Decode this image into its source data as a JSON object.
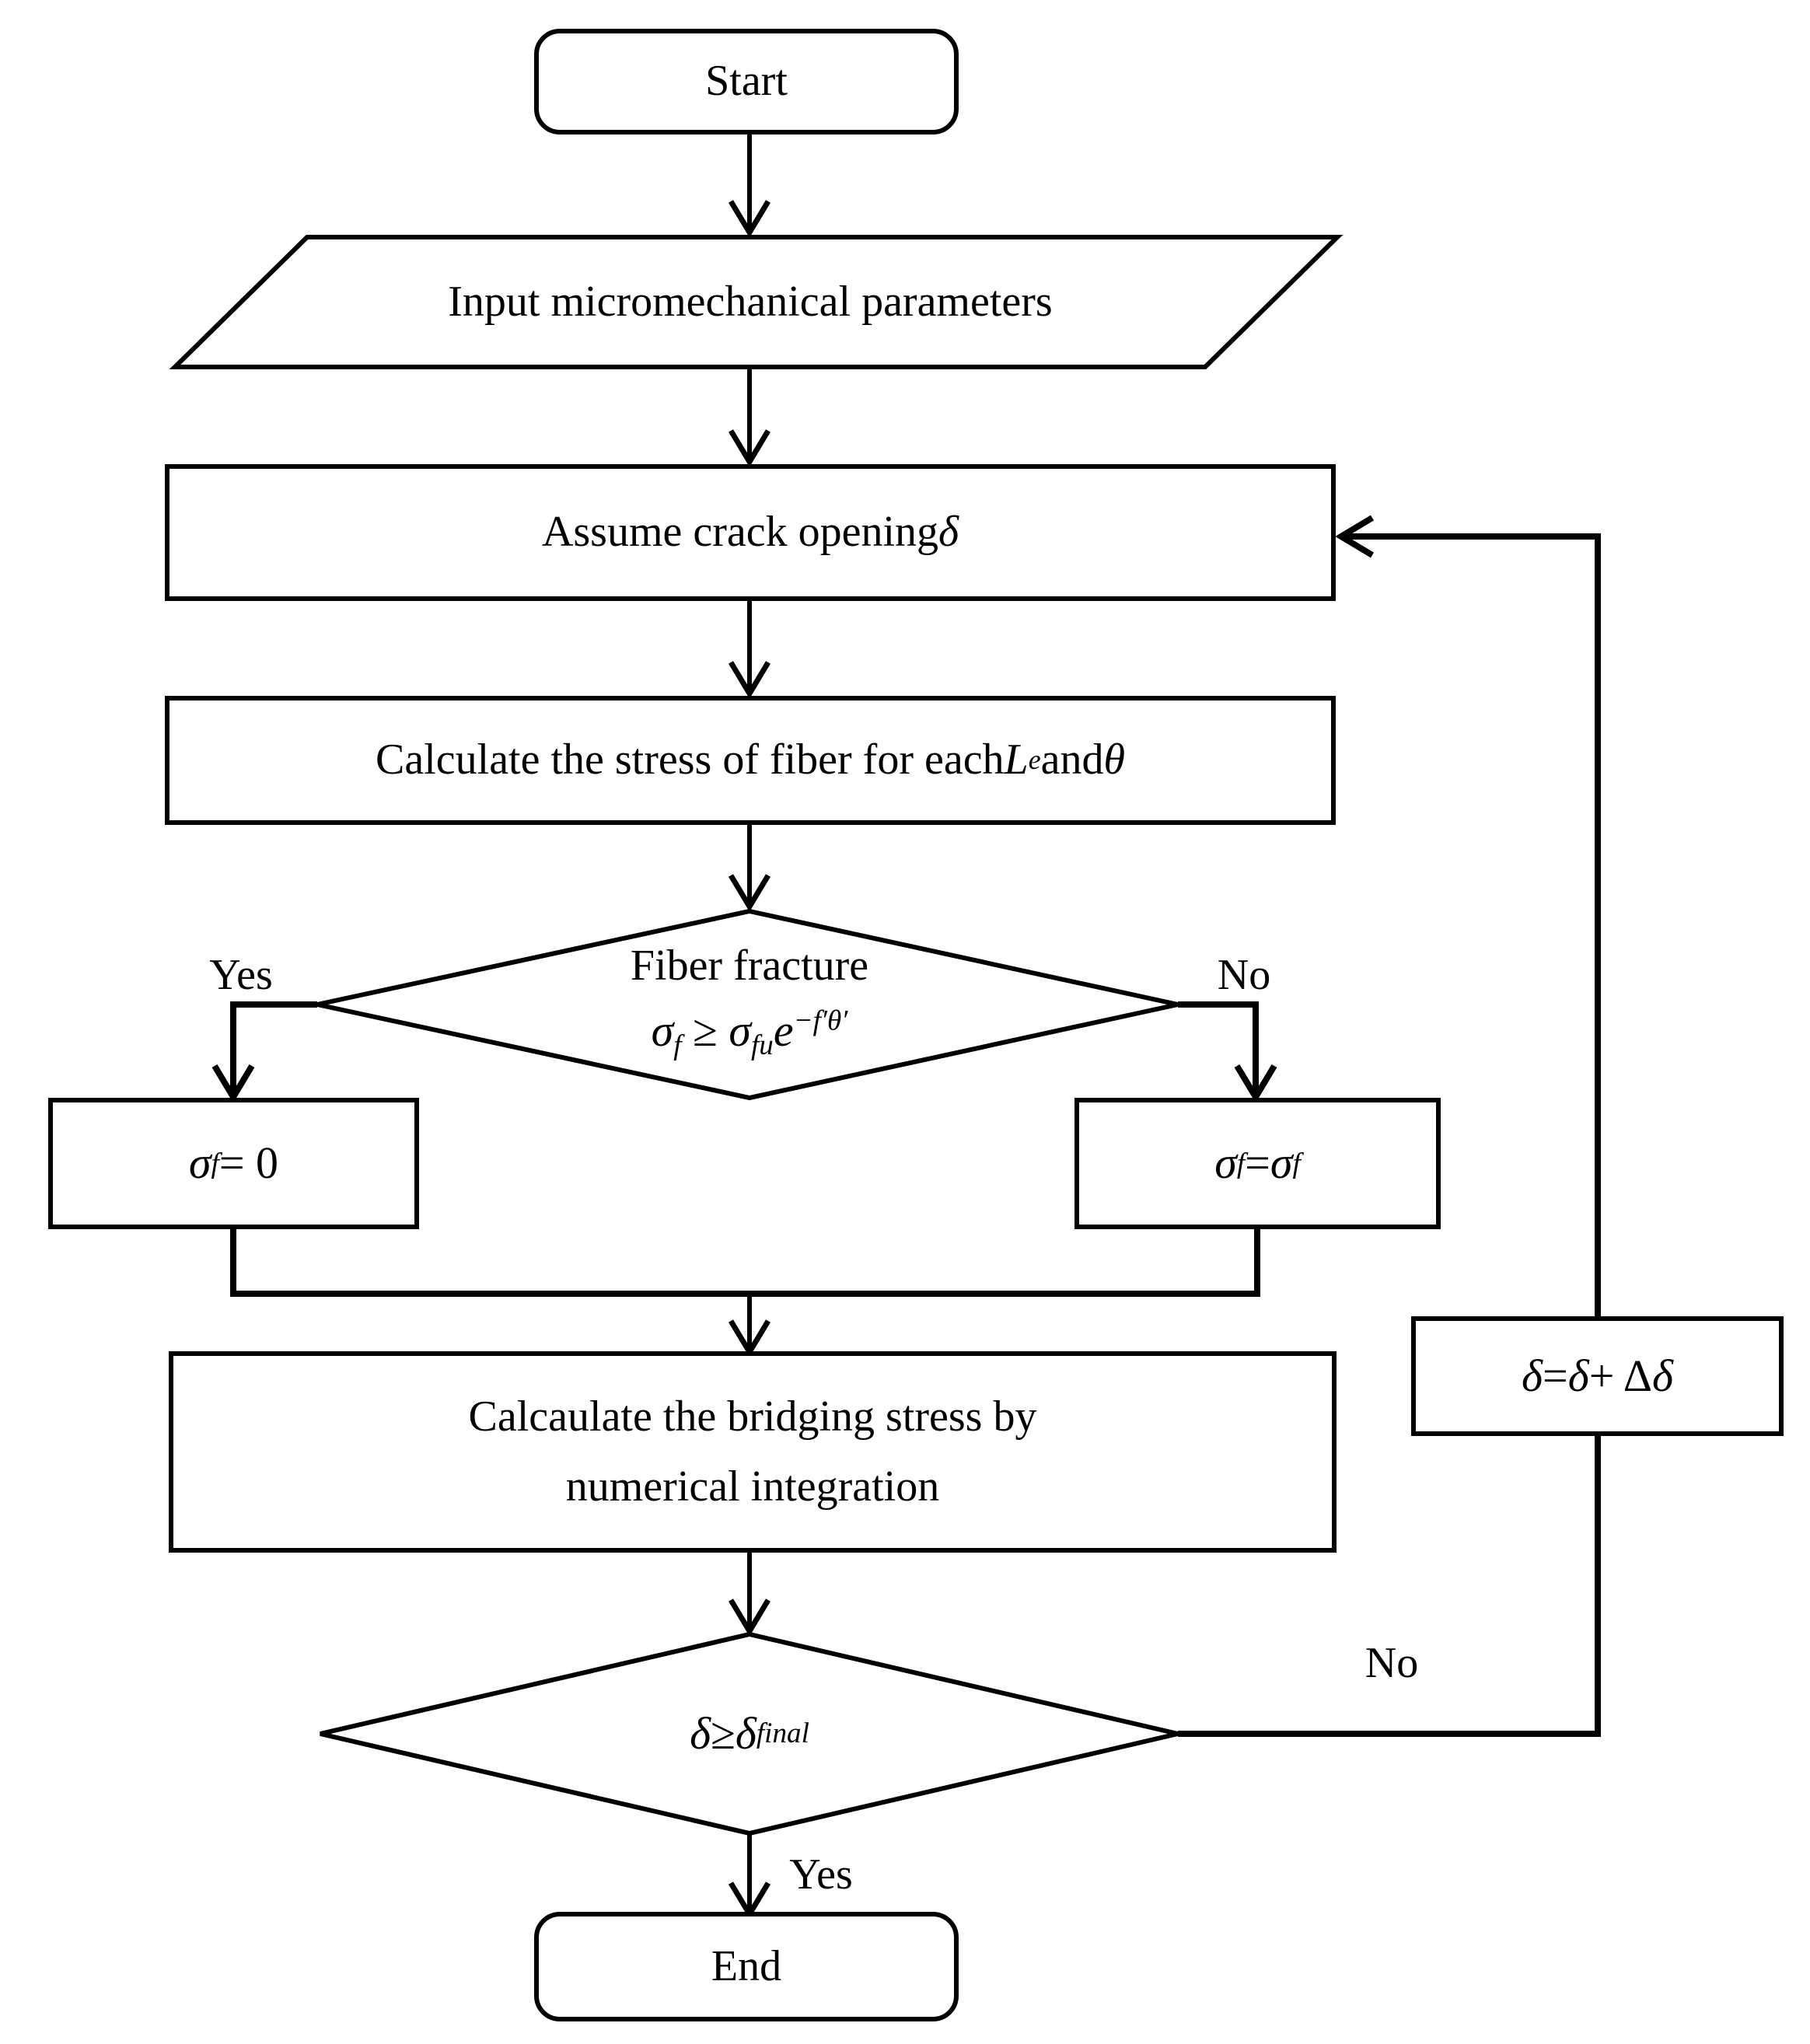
{
  "colors": {
    "ink": "#000000",
    "paper": "#ffffff"
  },
  "nodes": {
    "start": {
      "type": "terminator",
      "label": "Start"
    },
    "input_params": {
      "type": "input-output",
      "label": "Input micromechanical parameters"
    },
    "assume_crack": {
      "type": "process",
      "rich": [
        {
          "t": "Assume crack opening ",
          "s": ""
        },
        {
          "t": "δ",
          "s": "i"
        }
      ]
    },
    "calc_fiber_stress": {
      "type": "process",
      "rich": [
        {
          "t": "Calculate the stress of fiber for each ",
          "s": ""
        },
        {
          "t": "L",
          "s": "i"
        },
        {
          "t": "e",
          "s": "sub"
        },
        {
          "t": " and ",
          "s": ""
        },
        {
          "t": "θ",
          "s": "i"
        }
      ]
    },
    "fiber_fracture": {
      "type": "decision",
      "line1": "Fiber fracture",
      "rich": [
        {
          "t": "σ",
          "s": "i"
        },
        {
          "t": "f",
          "s": "sub"
        },
        {
          "t": " ≥ ",
          "s": ""
        },
        {
          "t": "σ",
          "s": "i"
        },
        {
          "t": "fu",
          "s": "sub"
        },
        {
          "t": "e",
          "s": "i"
        },
        {
          "t": "−f′θ′",
          "s": "sup"
        }
      ]
    },
    "sigma_zero": {
      "type": "process",
      "rich": [
        {
          "t": "σ",
          "s": "i"
        },
        {
          "t": "f",
          "s": "sub"
        },
        {
          "t": " = 0",
          "s": ""
        }
      ]
    },
    "sigma_keep": {
      "type": "process",
      "rich": [
        {
          "t": "σ",
          "s": "i"
        },
        {
          "t": "f",
          "s": "sub"
        },
        {
          "t": " = ",
          "s": ""
        },
        {
          "t": "σ",
          "s": "i"
        },
        {
          "t": "f",
          "s": "sub"
        }
      ]
    },
    "calc_bridging": {
      "type": "process",
      "line1": "Calcaulate the bridging stress by",
      "line2": "numerical integration"
    },
    "delta_check": {
      "type": "decision",
      "rich": [
        {
          "t": "δ",
          "s": "i"
        },
        {
          "t": " ≥ ",
          "s": ""
        },
        {
          "t": "δ",
          "s": "i"
        },
        {
          "t": "final",
          "s": "sub"
        }
      ]
    },
    "delta_increment": {
      "type": "process",
      "rich": [
        {
          "t": "δ",
          "s": "i"
        },
        {
          "t": " = ",
          "s": ""
        },
        {
          "t": "δ",
          "s": "i"
        },
        {
          "t": " + Δ",
          "s": ""
        },
        {
          "t": "δ",
          "s": "i"
        }
      ]
    },
    "end": {
      "type": "terminator",
      "label": "End"
    }
  },
  "edge_labels": {
    "fracture_yes": "Yes",
    "fracture_no": "No",
    "final_no": "No",
    "final_yes": "Yes"
  }
}
